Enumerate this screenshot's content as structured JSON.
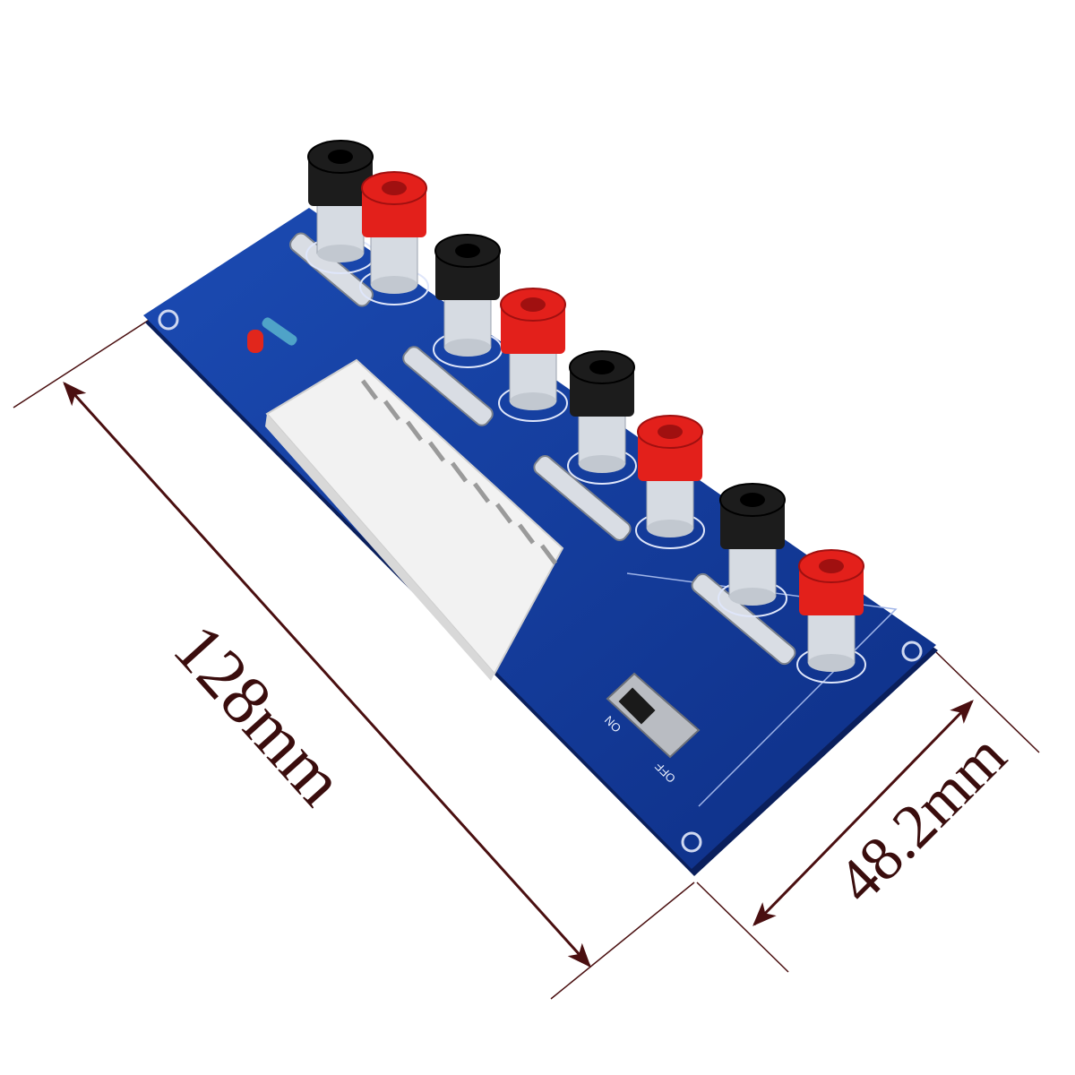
{
  "dimensions": {
    "length_label": "128mm",
    "width_label": "48.2mm",
    "line_color": "#4a0f10"
  },
  "board": {
    "pcb_color": "#123a9a",
    "switch_labels": {
      "on": "ON",
      "off": "OFF"
    },
    "terminal_colors": [
      "black",
      "red",
      "black",
      "red",
      "black",
      "red",
      "black",
      "red"
    ]
  }
}
